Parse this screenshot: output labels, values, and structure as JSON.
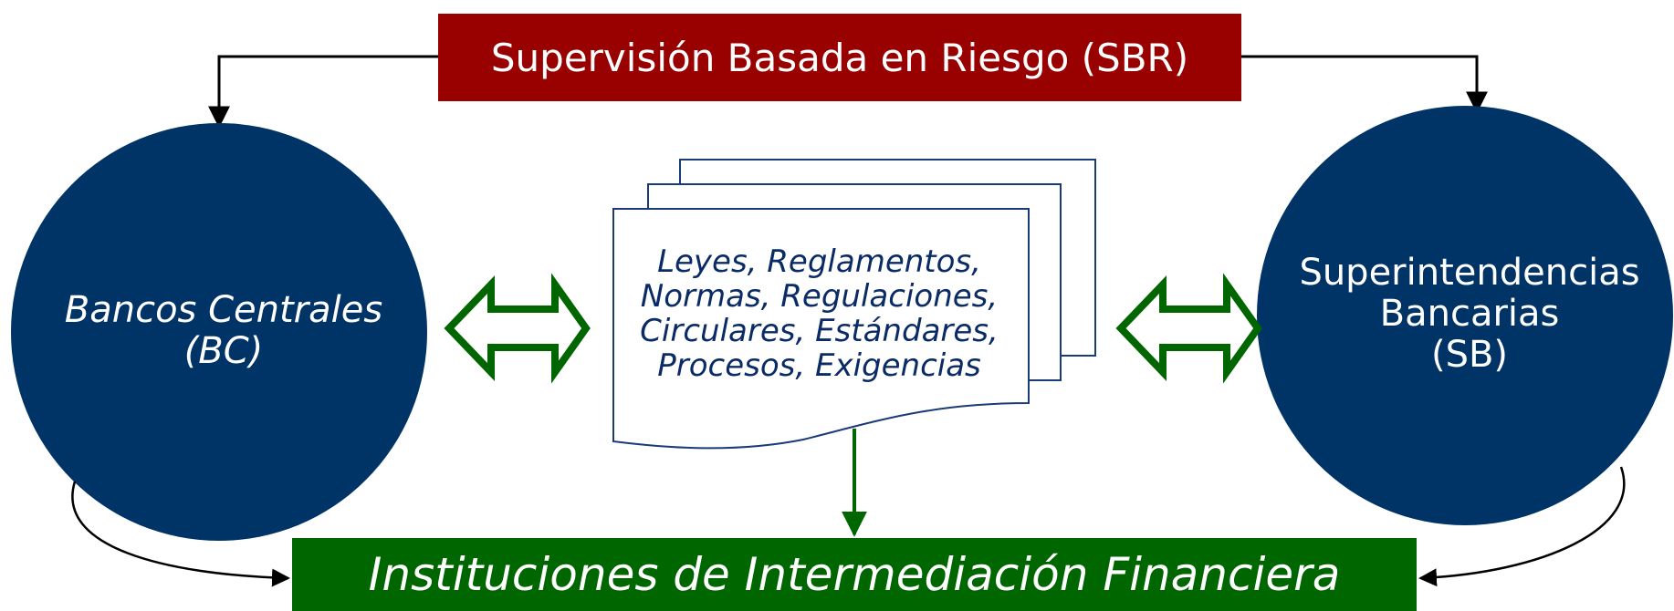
{
  "title": "Supervisión Basada en Riesgo (SBR)",
  "left_node": {
    "lines": [
      "Bancos Centrales",
      "(BC)"
    ]
  },
  "right_node": {
    "lines": [
      "Superintendencias",
      "Bancarias",
      "(SB)"
    ]
  },
  "documents": {
    "lines": [
      "Leyes, Reglamentos,",
      "Normas, Regulaciones,",
      "Circulares, Estándares,",
      "Procesos, Exigencias"
    ]
  },
  "target": "Instituciones de Intermediación Financiera",
  "colors": {
    "title_bg": "#990000",
    "circle_fill": "#003366",
    "target_bg": "#006600",
    "double_arrow": "#006600",
    "document_text": "#0a2b66",
    "document_border": "#1a3a7a",
    "connector": "#000000"
  }
}
